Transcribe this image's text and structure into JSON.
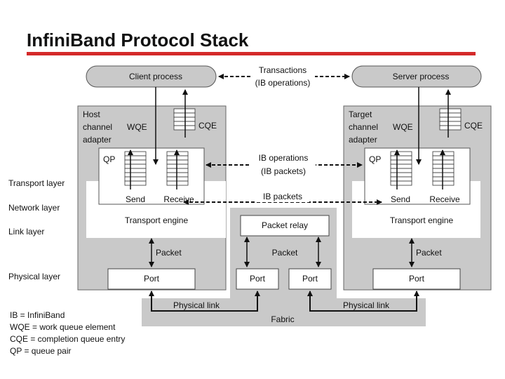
{
  "slide": {
    "title": "InfiniBand Protocol Stack",
    "accent_color": "#d42a2a"
  },
  "diagram": {
    "client_process": "Client process",
    "server_process": "Server process",
    "transactions": [
      "Transactions",
      "(IB operations)"
    ],
    "host_adapter": [
      "Host",
      "channel",
      "adapter"
    ],
    "target_adapter": [
      "Target",
      "channel",
      "adapter"
    ],
    "wqe": "WQE",
    "cqe": "CQE",
    "qp": "QP",
    "ib_operations": [
      "IB operations",
      "(IB packets)"
    ],
    "ib_packets": "IB packets",
    "send": "Send",
    "receive": "Receive",
    "transport_engine": "Transport engine",
    "packet_relay": "Packet relay",
    "packet": "Packet",
    "port": "Port",
    "physical_link": "Physical link",
    "fabric": "Fabric",
    "layers": {
      "transport": "Transport layer",
      "network": "Network layer",
      "link": "Link layer",
      "physical": "Physical layer"
    },
    "legend": [
      "IB = InfiniBand",
      "WQE = work queue element",
      "CQE = completion queue entry",
      "QP = queue pair"
    ]
  }
}
